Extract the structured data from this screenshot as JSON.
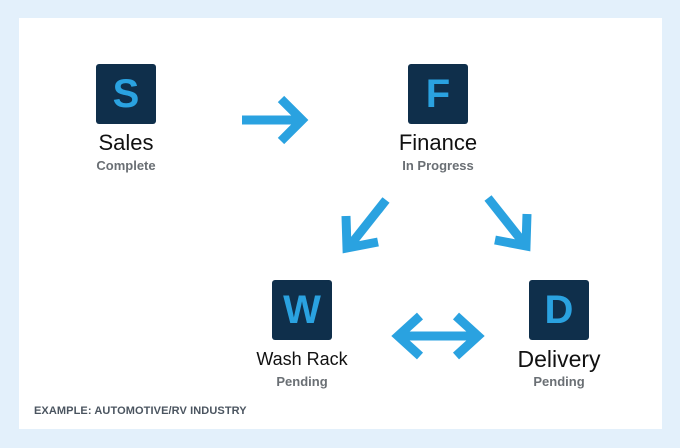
{
  "colors": {
    "background": "#e3f0fb",
    "card": "#ffffff",
    "tile": "#0f2f4b",
    "accent": "#2aa2e0",
    "status_text": "#6a6f74"
  },
  "nodes": {
    "sales": {
      "letter": "S",
      "name": "Sales",
      "status": "Complete"
    },
    "finance": {
      "letter": "F",
      "name": "Finance",
      "status": "In Progress"
    },
    "wash_rack": {
      "letter": "W",
      "name": "Wash Rack",
      "status": "Pending"
    },
    "delivery": {
      "letter": "D",
      "name": "Delivery",
      "status": "Pending"
    }
  },
  "flow": [
    {
      "from": "Sales",
      "to": "Finance",
      "direction": "one-way"
    },
    {
      "from": "Finance",
      "to": "Wash Rack",
      "direction": "one-way"
    },
    {
      "from": "Finance",
      "to": "Delivery",
      "direction": "one-way"
    },
    {
      "from": "Wash Rack",
      "to": "Delivery",
      "direction": "two-way"
    }
  ],
  "footer": "EXAMPLE: AUTOMOTIVE/RV INDUSTRY"
}
